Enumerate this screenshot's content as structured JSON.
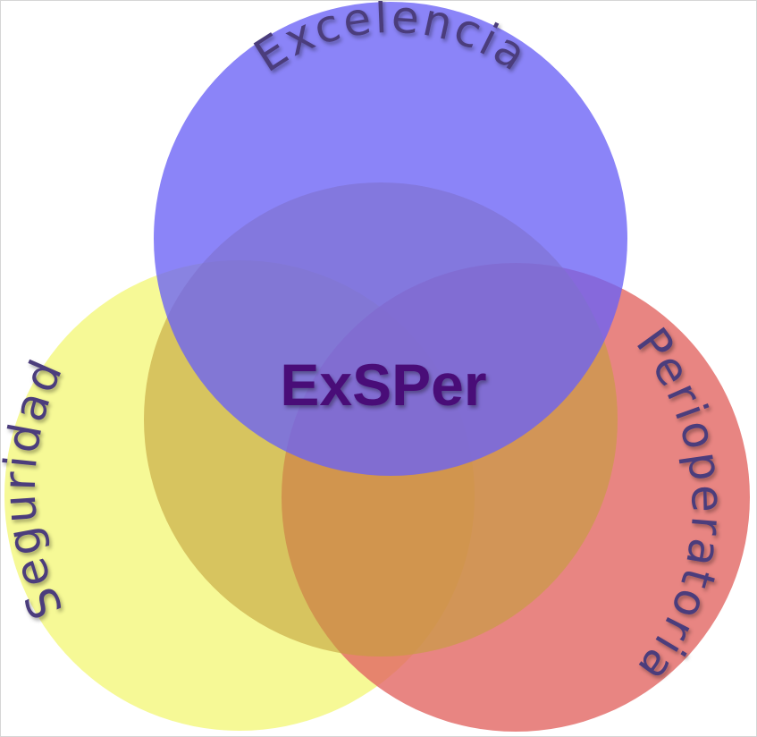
{
  "diagram": {
    "center_label": "ExSPer",
    "circles": [
      {
        "id": "excelencia",
        "label": "Excelencia",
        "color": "#6a61f6"
      },
      {
        "id": "seguridad",
        "label": "Seguridad",
        "color": "#f2f66a"
      },
      {
        "id": "perioperatoria",
        "label": "Perioperatoria",
        "color": "#e26763"
      }
    ],
    "inner_circle_color": "#c3a03b",
    "label_color": "#4b3c7c",
    "center_color": "#4a0d78"
  }
}
